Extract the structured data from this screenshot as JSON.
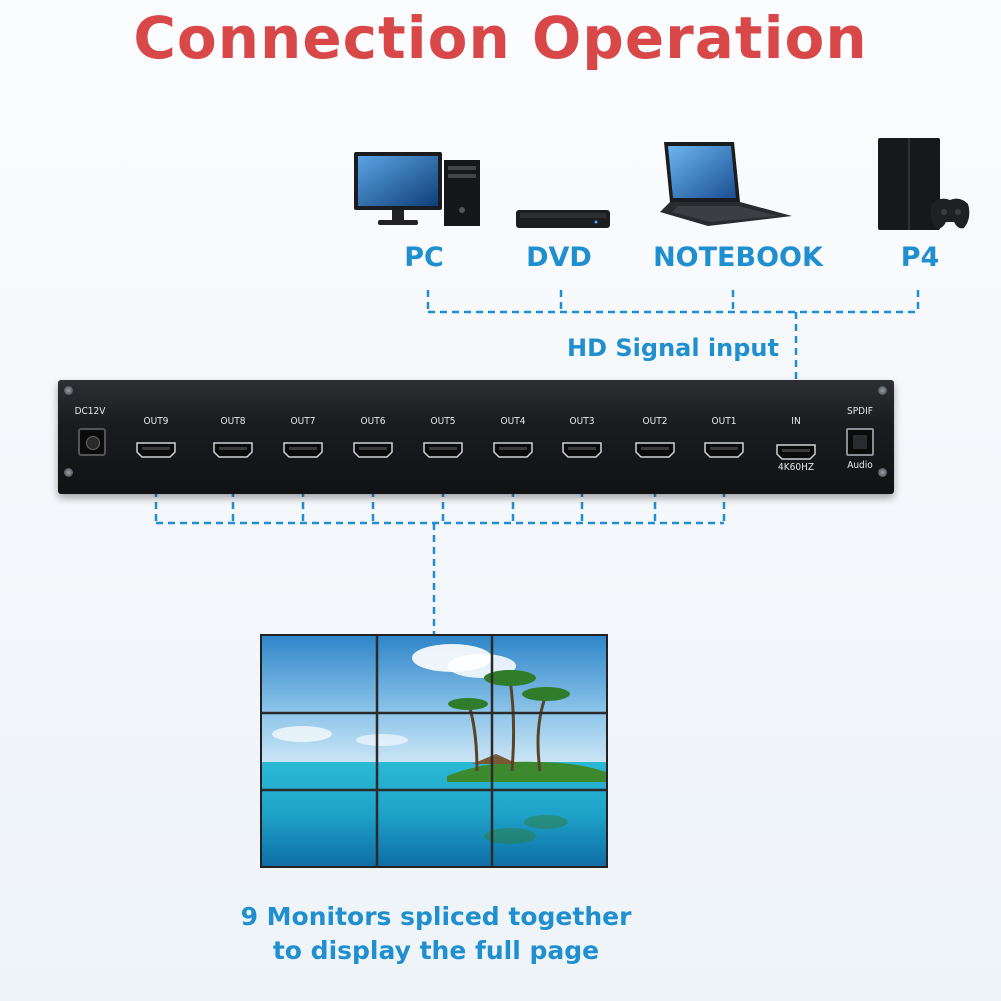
{
  "title": "Connection Operation",
  "sources": [
    {
      "label": "PC",
      "icon": "pc-icon"
    },
    {
      "label": "DVD",
      "icon": "dvd-player-icon"
    },
    {
      "label": "NOTEBOOK",
      "icon": "notebook-icon"
    },
    {
      "label": "P4",
      "icon": "game-console-icon"
    }
  ],
  "input_caption": "HD Signal input",
  "panel": {
    "power_label": "DC12V",
    "outputs": [
      "OUT9",
      "OUT8",
      "OUT7",
      "OUT6",
      "OUT5",
      "OUT4",
      "OUT3",
      "OUT2",
      "OUT1"
    ],
    "input_label": "IN",
    "input_sublabel": "4K60HZ",
    "spdif_label": "SPDIF",
    "audio_label": "Audio"
  },
  "wall_caption_line1": "9 Monitors spliced together",
  "wall_caption_line2": "to display the full page",
  "colors": {
    "title": "#d84848",
    "accent": "#1f8fd0"
  }
}
